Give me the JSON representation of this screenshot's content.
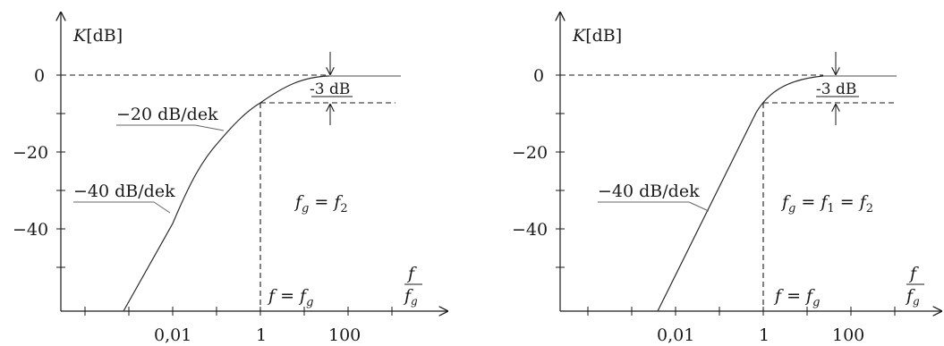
{
  "panels": [
    {
      "ylabel_var": "K",
      "ylabel_unit": "[dB]",
      "y_ticks": [
        "0",
        "−20",
        "−40"
      ],
      "x_ticks": [
        "0,01",
        "1",
        "100"
      ],
      "attenuation": "-3 dB",
      "slope_labels": [
        "−20 dB/dek",
        "−40 dB/dek"
      ],
      "freq_marker": {
        "f": "f",
        "eq": " = ",
        "fg": "f",
        "g": "g"
      },
      "axis_frac": {
        "num": "f",
        "den": "f",
        "den_sub": "g"
      },
      "eq": {
        "lhs": "f",
        "lhs_sub": "g",
        "op": " = ",
        "rhs": "f",
        "rhs_sub": "2"
      }
    },
    {
      "ylabel_var": "K",
      "ylabel_unit": "[dB]",
      "y_ticks": [
        "0",
        "−20",
        "−40"
      ],
      "x_ticks": [
        "0,01",
        "1",
        "100"
      ],
      "attenuation": "-3 dB",
      "slope_labels": [
        "−40 dB/dek"
      ],
      "freq_marker": {
        "f": "f",
        "eq": " = ",
        "fg": "f",
        "g": "g"
      },
      "axis_frac": {
        "num": "f",
        "den": "f",
        "den_sub": "g"
      },
      "eq": {
        "lhs": "f",
        "lhs_sub": "g",
        "op": " = ",
        "mid": "f",
        "mid_sub": "1",
        "op2": " = ",
        "rhs": "f",
        "rhs_sub": "2"
      }
    }
  ]
}
